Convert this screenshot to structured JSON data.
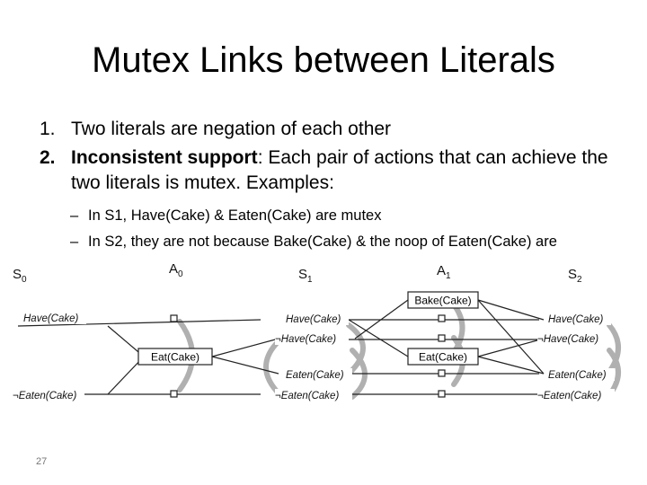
{
  "slide": {
    "title": "Mutex Links between Literals",
    "page_number": "27"
  },
  "list": {
    "item1": {
      "number": "1.",
      "text": "Two literals are negation of each other"
    },
    "item2": {
      "number": "2.",
      "bold": "Inconsistent support",
      "text": ": Each pair of actions that can achieve the two literals is mutex.  Examples:"
    },
    "sub1": {
      "dash": "–",
      "text": "In S1, Have(Cake) & Eaten(Cake) are mutex"
    },
    "sub2": {
      "dash": "–",
      "text": "In S2, they are not because Bake(Cake) & the noop of Eaten(Cake) are"
    }
  },
  "diagram": {
    "headers": {
      "s0": "S",
      "s0_sub": "0",
      "a0": "A",
      "a0_sub": "0",
      "s1": "S",
      "s1_sub": "1",
      "a1": "A",
      "a1_sub": "1",
      "s2": "S",
      "s2_sub": "2"
    },
    "s0_literals": [
      "Have(Cake)",
      "¬Eaten(Cake)"
    ],
    "s1_literals": [
      "Have(Cake)",
      "¬Have(Cake)",
      "Eaten(Cake)",
      "¬Eaten(Cake)"
    ],
    "s2_literals": [
      "Have(Cake)",
      "¬Have(Cake)",
      "Eaten(Cake)",
      "¬Eaten(Cake)"
    ],
    "a0_actions": [
      "Eat(Cake)"
    ],
    "a1_actions": [
      "Bake(Cake)",
      "Eat(Cake)"
    ],
    "mutex_color": "#b0b0b0"
  }
}
